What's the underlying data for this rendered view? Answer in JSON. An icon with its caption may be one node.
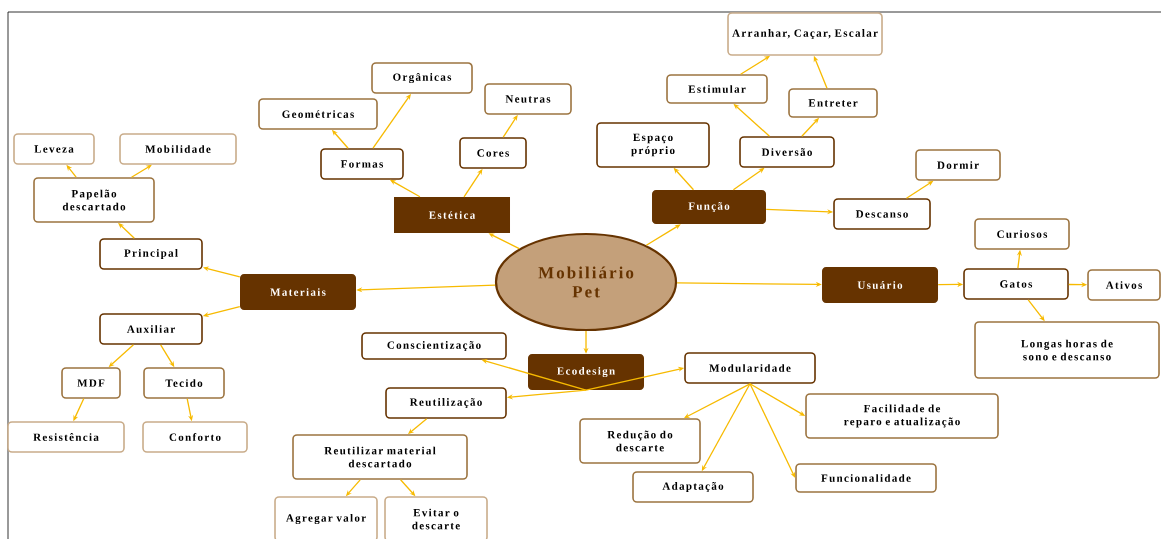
{
  "diagram": {
    "nodes": [
      {
        "text": [
          "Mobiliário Pet"
        ]
      },
      {
        "text": [
          "Estética"
        ]
      },
      {
        "text": [
          "Formas"
        ]
      },
      {
        "text": [
          "Geométricas"
        ]
      },
      {
        "text": [
          "Orgânicas"
        ]
      },
      {
        "text": [
          "Cores"
        ]
      },
      {
        "text": [
          "Neutras"
        ]
      },
      {
        "text": [
          "Função"
        ]
      },
      {
        "text": [
          "Espaço próprio"
        ]
      },
      {
        "text": [
          "Diversão"
        ]
      },
      {
        "text": [
          "Estimular"
        ]
      },
      {
        "text": [
          "Entreter"
        ]
      },
      {
        "text": [
          "Arranhar, Caçar, Escalar"
        ]
      },
      {
        "text": [
          "Descanso"
        ]
      },
      {
        "text": [
          "Dormir"
        ]
      },
      {
        "text": [
          "Usuário"
        ]
      },
      {
        "text": [
          "Gatos"
        ]
      },
      {
        "text": [
          "Curiosos"
        ]
      },
      {
        "text": [
          "Ativos"
        ]
      },
      {
        "text": [
          "Longas horas de sono e descanso"
        ]
      },
      {
        "text": [
          "Materiais"
        ]
      },
      {
        "text": [
          "Principal"
        ]
      },
      {
        "text": [
          "Papelão descartado"
        ]
      },
      {
        "text": [
          "Leveza"
        ]
      },
      {
        "text": [
          "Mobilidade"
        ]
      },
      {
        "text": [
          "Auxiliar"
        ]
      },
      {
        "text": [
          "MDF"
        ]
      },
      {
        "text": [
          "Tecido"
        ]
      },
      {
        "text": [
          "Resistência"
        ]
      },
      {
        "text": [
          "Conforto"
        ]
      },
      {
        "text": [
          "Ecodesign"
        ]
      },
      {
        "text": [
          "Conscientização"
        ]
      },
      {
        "text": [
          "Reutilização"
        ]
      },
      {
        "text": [
          "Reutilizar material descartado"
        ]
      },
      {
        "text": [
          "Agregar valor"
        ]
      },
      {
        "text": [
          "Evitar o descarte"
        ]
      },
      {
        "text": [
          "Modularidade"
        ]
      },
      {
        "text": [
          "Redução do descarte"
        ]
      },
      {
        "text": [
          "Adaptação"
        ]
      },
      {
        "text": [
          "Facilidade de reparo e atualização"
        ]
      },
      {
        "text": [
          "Funcionalidade"
        ]
      }
    ],
    "edges": [
      {
        "from": 0,
        "to": 1,
        "arrow": "to"
      },
      {
        "from": 1,
        "to": 2,
        "arrow": "to"
      },
      {
        "from": 2,
        "to": 3,
        "arrow": "to"
      },
      {
        "from": 2,
        "to": 4,
        "arrow": "to"
      },
      {
        "from": 1,
        "to": 5,
        "arrow": "to"
      },
      {
        "from": 5,
        "to": 6,
        "arrow": "to"
      },
      {
        "from": 0,
        "to": 7,
        "arrow": "to"
      },
      {
        "from": 7,
        "to": 8,
        "arrow": "to"
      },
      {
        "from": 7,
        "to": 9,
        "arrow": "to"
      },
      {
        "from": 9,
        "to": 10,
        "arrow": "to"
      },
      {
        "from": 9,
        "to": 11,
        "arrow": "to"
      },
      {
        "from": 10,
        "to": 12,
        "arrow": "to"
      },
      {
        "from": 11,
        "to": 12,
        "arrow": "to"
      },
      {
        "from": 7,
        "to": 13,
        "arrow": "to"
      },
      {
        "from": 13,
        "to": 14,
        "arrow": "to"
      },
      {
        "from": 0,
        "to": 15,
        "arrow": "to"
      },
      {
        "from": 15,
        "to": 16,
        "arrow": "to"
      },
      {
        "from": 16,
        "to": 17,
        "arrow": "to"
      },
      {
        "from": 16,
        "to": 18,
        "arrow": "to"
      },
      {
        "from": 16,
        "to": 19,
        "arrow": "to"
      },
      {
        "from": 0,
        "to": 20,
        "arrow": "to"
      },
      {
        "from": 20,
        "to": 21,
        "arrow": "to"
      },
      {
        "from": 21,
        "to": 22,
        "arrow": "to"
      },
      {
        "from": 22,
        "to": 23,
        "arrow": "to"
      },
      {
        "from": 22,
        "to": 24,
        "arrow": "to"
      },
      {
        "from": 20,
        "to": 25,
        "arrow": "to"
      },
      {
        "from": 25,
        "to": 26,
        "arrow": "to"
      },
      {
        "from": 25,
        "to": 27,
        "arrow": "to"
      },
      {
        "from": 26,
        "to": 28,
        "arrow": "to"
      },
      {
        "from": 27,
        "to": 29,
        "arrow": "to"
      },
      {
        "from": 0,
        "to": 30,
        "arrow": "to"
      },
      {
        "from": 30,
        "to": 31,
        "arrow": "to"
      },
      {
        "from": 30,
        "to": 32,
        "arrow": "to"
      },
      {
        "from": 32,
        "to": 33,
        "arrow": "to"
      },
      {
        "from": 33,
        "to": 34,
        "arrow": "to"
      },
      {
        "from": 33,
        "to": 35,
        "arrow": "to"
      },
      {
        "from": 30,
        "to": 36,
        "arrow": "to"
      },
      {
        "from": 36,
        "to": 37,
        "arrow": "to"
      },
      {
        "from": 36,
        "to": 38,
        "arrow": "to"
      },
      {
        "from": 36,
        "to": 39,
        "arrow": "to"
      },
      {
        "from": 36,
        "to": 40,
        "arrow": "to"
      }
    ]
  }
}
